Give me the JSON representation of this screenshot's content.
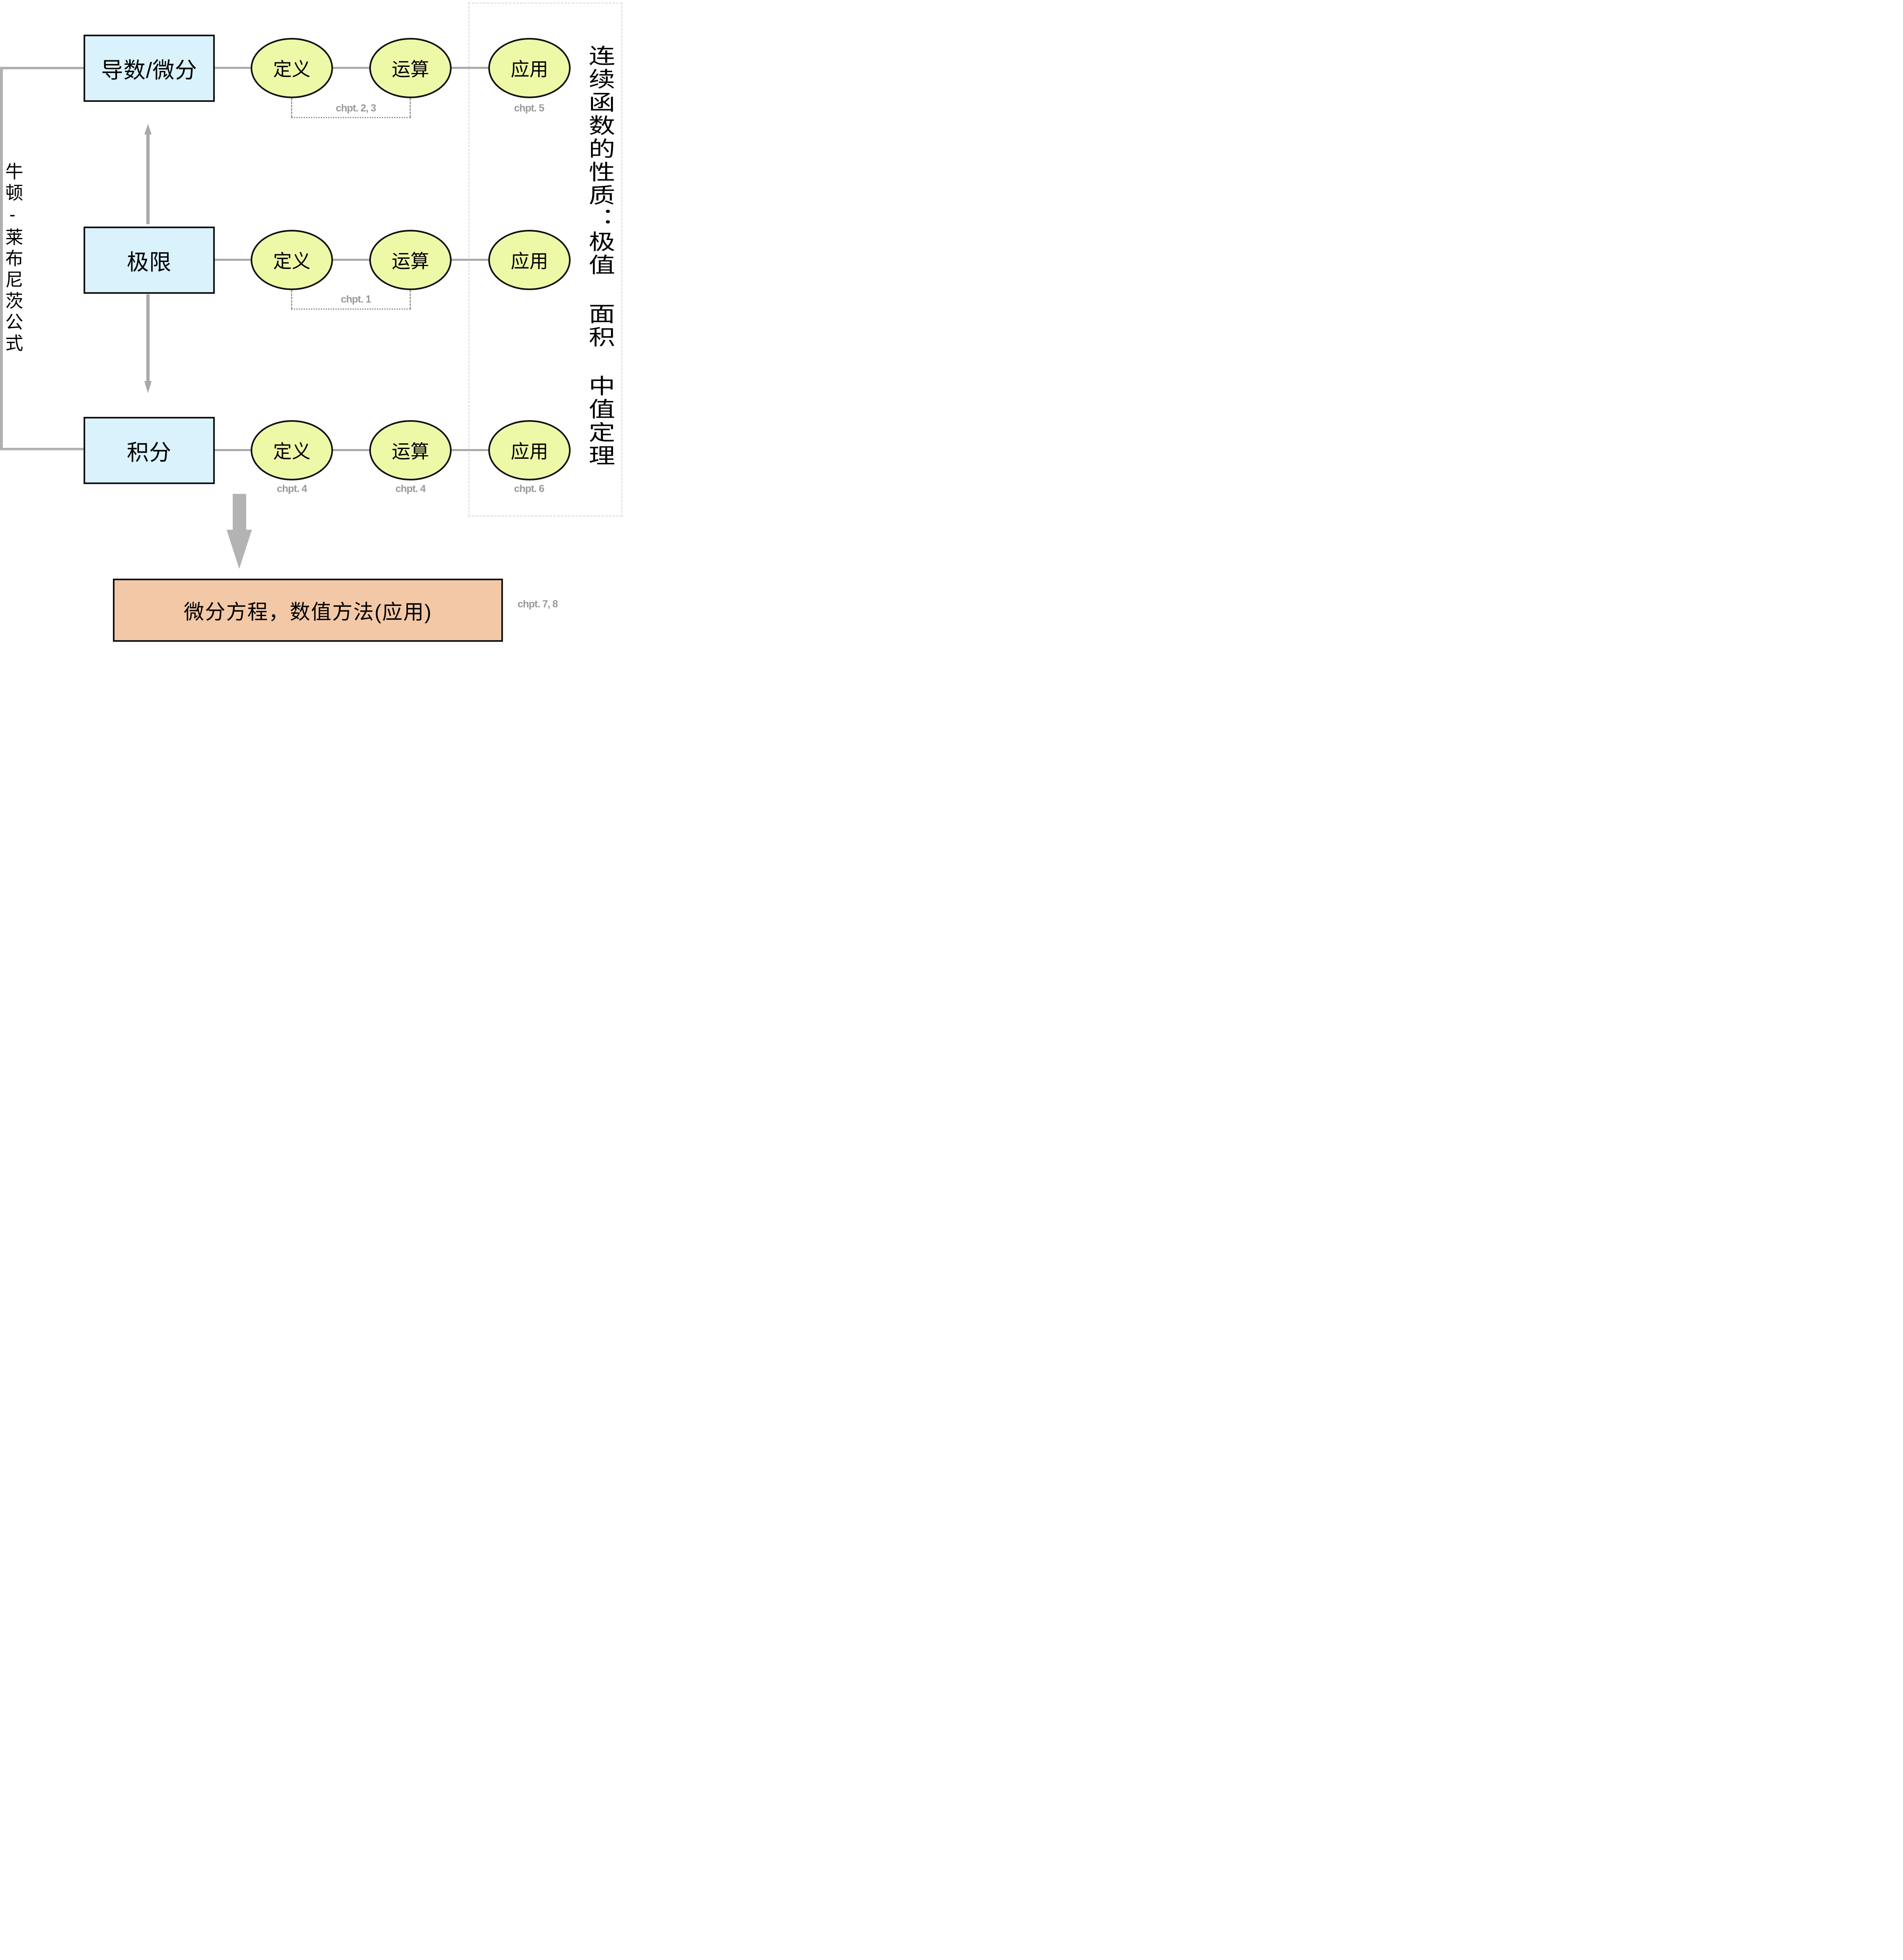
{
  "side_labels": {
    "left": "牛顿-莱布尼茨公式",
    "right": "连续函数的性质：极值 面积 中值定理"
  },
  "rows": [
    {
      "box": "导数/微分",
      "node_definition": "定义",
      "node_operation": "运算",
      "node_application": "应用",
      "bracket_chapter": "chpt. 2, 3",
      "application_chapter": "chpt. 5"
    },
    {
      "box": "极限",
      "node_definition": "定义",
      "node_operation": "运算",
      "node_application": "应用",
      "bracket_chapter": "chpt. 1"
    },
    {
      "box": "积分",
      "node_definition": "定义",
      "node_operation": "运算",
      "node_application": "应用",
      "definition_chapter": "chpt. 4",
      "operation_chapter": "chpt. 4",
      "application_chapter": "chpt. 6"
    }
  ],
  "bottom": {
    "label": "微分方程，数值方法(应用)",
    "chapter": "chpt. 7, 8"
  },
  "colors": {
    "concept_box_fill": "#d9f2fb",
    "node_ellipse_fill": "#eef9a8",
    "bottom_box_fill": "#f3c8a6",
    "shape_border": "#111111",
    "connector_gray": "#a9a9a9",
    "big_arrow_gray": "#b3b3b3",
    "chapter_label_gray": "#9a9a9a",
    "dashed_region_border": "#e2e2e2"
  }
}
